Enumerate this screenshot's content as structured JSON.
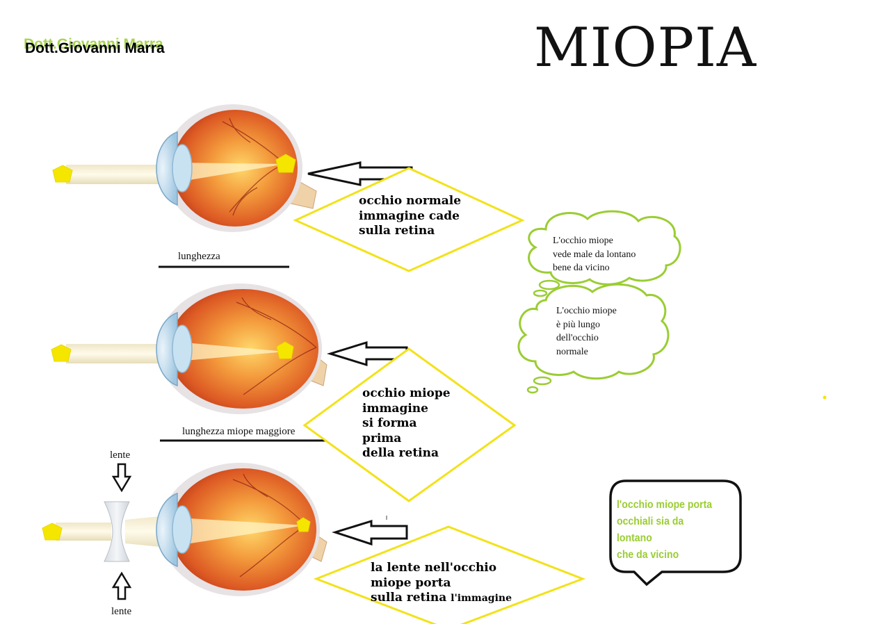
{
  "author": "Dott.Giovanni Marra",
  "title": "MIOPIA",
  "labels": {
    "length_normal": "lunghezza",
    "length_myopic": "lunghezza miope maggiore",
    "lens_top": "lente",
    "lens_bottom": "lente"
  },
  "diamonds": {
    "normal": [
      "occhio normale",
      "immagine cade",
      "sulla retina"
    ],
    "myopic": [
      "occhio miope",
      "immagine",
      "si forma",
      "prima",
      "della retina"
    ],
    "corrected": [
      "la lente nell'occhio",
      "miope porta",
      "sulla retina"
    ],
    "corrected_tail": "l'immagine"
  },
  "clouds": {
    "top": [
      "L'occhio miope",
      "vede male da lontano",
      "bene da vicino"
    ],
    "bottom": [
      "L'occhio miope",
      "è più lungo",
      "dell'occhio",
      "normale"
    ]
  },
  "speech_bubble": [
    "l'occhio miope porta",
    "occhiali sia da",
    "lontano",
    "che da vicino"
  ],
  "colors": {
    "diamond_stroke": "#f2e21a",
    "cloud_stroke": "#9acd32",
    "star": "#f5e600",
    "sclera": "#d84a1e",
    "eye_highlight": "#ffd060",
    "bubble_text": "#9acd32"
  },
  "icons": [
    "eye-cross-section",
    "star-object",
    "arrow-left",
    "arrow-down",
    "arrow-up",
    "concave-lens",
    "thought-cloud",
    "speech-bubble"
  ]
}
